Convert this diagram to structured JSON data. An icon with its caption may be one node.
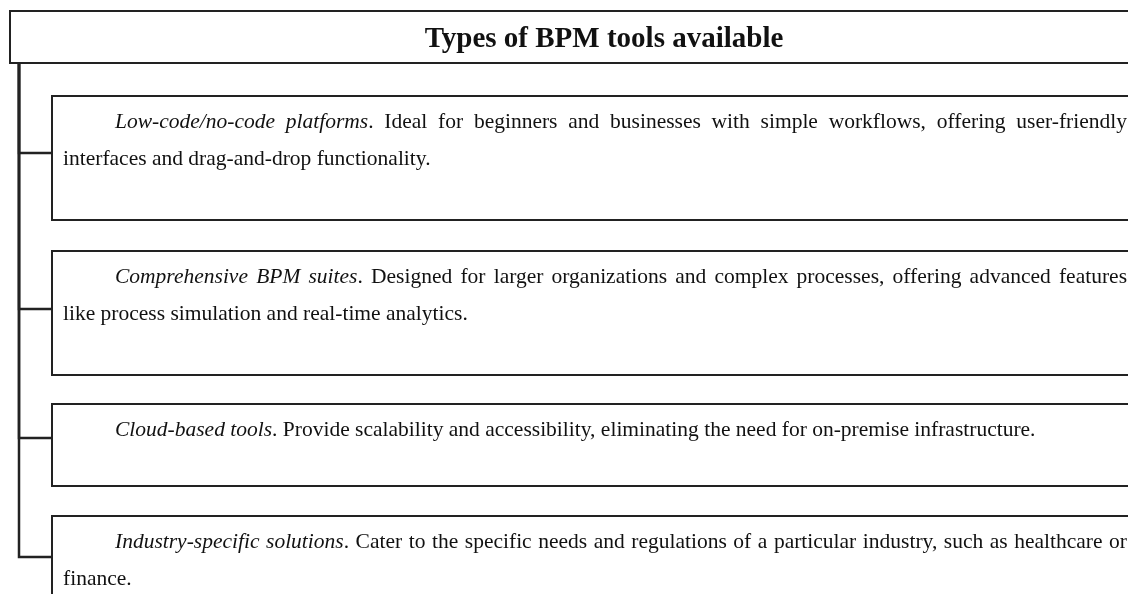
{
  "diagram": {
    "nodes": [
      {
        "text": [
          "Types of BPM tools available"
        ]
      },
      {
        "text": [
          "*Low-code/no-code platforms*. Ideal for beginners and businesses with simple workflows, offering user-friendly interfaces and drag-and-drop functionality."
        ]
      },
      {
        "text": [
          "*Comprehensive BPM suites*. Designed for larger organizations and complex processes, offering advanced features like process simulation and real-time analytics."
        ]
      },
      {
        "text": [
          "*Cloud-based tools*. Provide scalability and accessibility, eliminating the need for on-premise infrastructure."
        ]
      },
      {
        "text": [
          "*Industry-specific solutions*. Cater to the specific needs and regulations of a particular industry, such as healthcare or finance."
        ]
      }
    ],
    "edges": [
      {
        "from": 0,
        "to": 1,
        "arrow": "none"
      },
      {
        "from": 0,
        "to": 2,
        "arrow": "none"
      },
      {
        "from": 0,
        "to": 3,
        "arrow": "none"
      },
      {
        "from": 0,
        "to": 4,
        "arrow": "none"
      }
    ]
  }
}
